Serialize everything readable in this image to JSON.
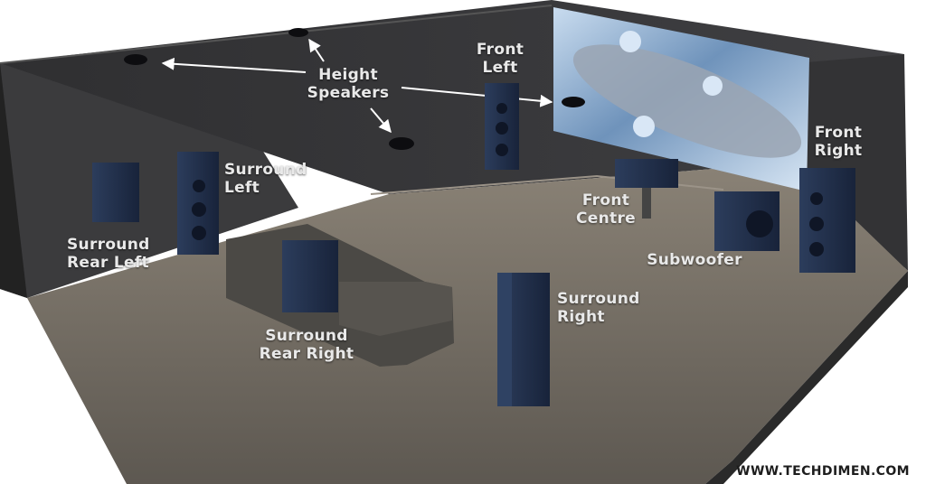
{
  "labels": {
    "height_speakers": "Height\nSpeakers",
    "front_left": "Front\nLeft",
    "front_right": "Front\nRight",
    "surround_left": "Surround\nLeft",
    "surround_rear_left": "Surround\nRear Left",
    "front_centre": "Front\nCentre",
    "subwoofer": "Subwoofer",
    "surround_right": "Surround\nRight",
    "surround_rear_right": "Surround\nRear Right"
  },
  "watermark": "WWW.TECHDIMEN.COM",
  "colors": {
    "wall": "#3a3a3c",
    "floor": "#6e6860",
    "speaker": "#1f2d45",
    "sofa": "#4a4844",
    "screen": "#8fb2d6",
    "label": "#e9e9e9"
  }
}
